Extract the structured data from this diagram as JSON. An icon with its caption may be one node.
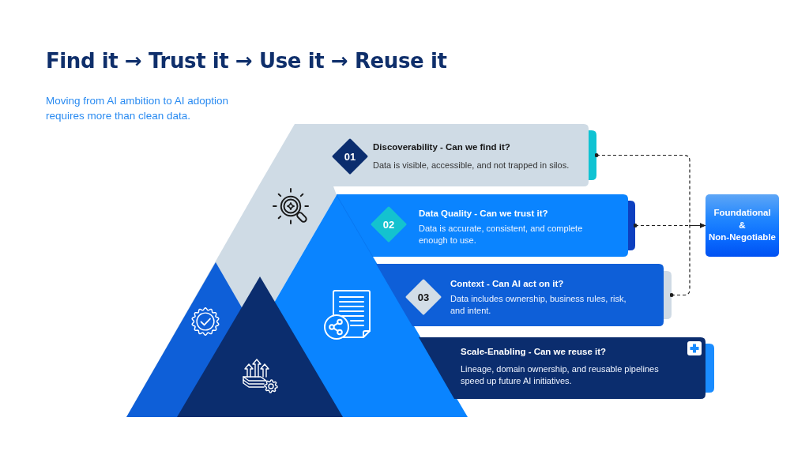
{
  "diagram": {
    "title": "Find it → Trust it → Use it → Reuse it",
    "nodes": [
      {
        "text": [
          "Discoverability - Can we find it?",
          "Data is visible, accessible, and not trapped in silos."
        ]
      },
      {
        "text": [
          "01"
        ],
        "in": 0
      },
      {
        "text": [
          "Data Quality - Can we trust it?",
          "Data is accurate, consistent, and complete enough to use."
        ]
      },
      {
        "text": [
          "02"
        ],
        "in": 2
      },
      {
        "text": [
          "Context - Can AI act on it?",
          "Data includes ownership, business rules, risk, and intent."
        ]
      },
      {
        "text": [
          "03"
        ],
        "in": 4
      },
      {
        "text": [
          "Scale-Enabling - Can we reuse it?",
          "Lineage, domain ownership, and reusable pipelines speed up future AI initiatives."
        ]
      },
      {
        "text": [
          "Foundational & Non-Negotiable"
        ]
      }
    ],
    "edges": [
      {
        "from": 0,
        "to": 7,
        "arrow": "to",
        "style": "dashed"
      },
      {
        "from": 2,
        "to": 7,
        "arrow": "to",
        "style": "dashed"
      },
      {
        "from": 4,
        "to": 7,
        "arrow": "to",
        "style": "dashed"
      }
    ],
    "labels": [
      "Moving from AI ambition to AI adoption requires more than clean data."
    ]
  }
}
